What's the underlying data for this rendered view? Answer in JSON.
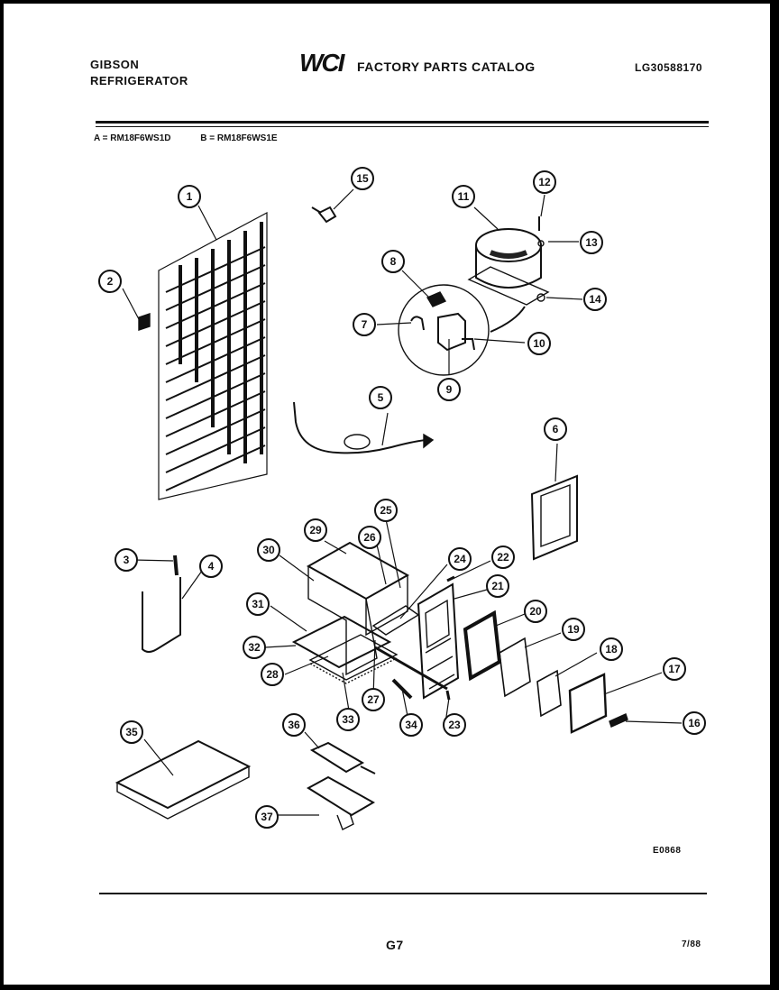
{
  "header": {
    "brand_line1": "GIBSON",
    "brand_line2": "REFRIGERATOR",
    "logo_text": "WCI",
    "catalog_title": "FACTORY PARTS CATALOG",
    "part_number": "LG30588170"
  },
  "models": {
    "a": "A = RM18F6WS1D",
    "b": "B = RM18F6WS1E"
  },
  "callouts": [
    "1",
    "2",
    "3",
    "4",
    "5",
    "6",
    "7",
    "8",
    "9",
    "10",
    "11",
    "12",
    "13",
    "14",
    "15",
    "16",
    "17",
    "18",
    "19",
    "20",
    "21",
    "22",
    "23",
    "24",
    "25",
    "26",
    "27",
    "28",
    "29",
    "30",
    "31",
    "32",
    "33",
    "34",
    "35",
    "36",
    "37"
  ],
  "footer": {
    "diagram_code": "E0868",
    "page": "G7",
    "date": "7/88"
  }
}
